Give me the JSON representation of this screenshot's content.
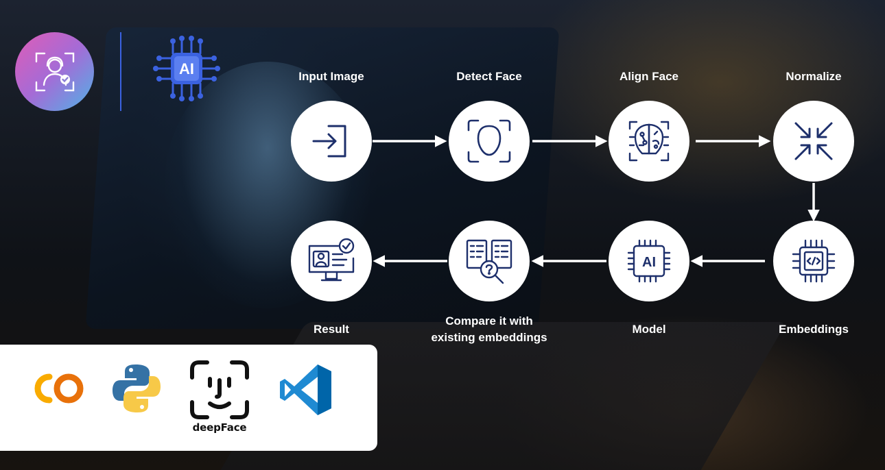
{
  "pipeline": {
    "steps": [
      {
        "id": "input",
        "label": "Input Image",
        "icon": "sign-in-icon"
      },
      {
        "id": "detect",
        "label": "Detect Face",
        "icon": "face-scan-icon"
      },
      {
        "id": "align",
        "label": "Align Face",
        "icon": "brain-ai-icon"
      },
      {
        "id": "normalize",
        "label": "Normalize",
        "icon": "arrows-inward-icon"
      },
      {
        "id": "embeddings",
        "label": "Embeddings",
        "icon": "code-chip-icon"
      },
      {
        "id": "model",
        "label": "Model",
        "icon": "ai-chip-icon"
      },
      {
        "id": "compare",
        "label_line1": "Compare it with",
        "label_line2": "existing embeddings",
        "icon": "search-list-icon"
      },
      {
        "id": "result",
        "label": "Result",
        "icon": "verified-profile-icon"
      }
    ]
  },
  "header": {
    "logo_icon": "face-recognition-icon",
    "ai_badge_text": "AI"
  },
  "model_icon_text": "AI",
  "tools": {
    "items": [
      {
        "name": "Google Colab",
        "icon": "colab-icon"
      },
      {
        "name": "Python",
        "icon": "python-icon"
      },
      {
        "name": "deepFace",
        "icon": "deepface-icon",
        "text": "deepFace"
      },
      {
        "name": "Visual Studio Code",
        "icon": "vscode-icon"
      }
    ]
  },
  "colors": {
    "icon_navy": "#1d2f6b",
    "accent_blue": "#3b62e0",
    "node_bg": "#ffffff",
    "label_text": "#ffffff"
  }
}
